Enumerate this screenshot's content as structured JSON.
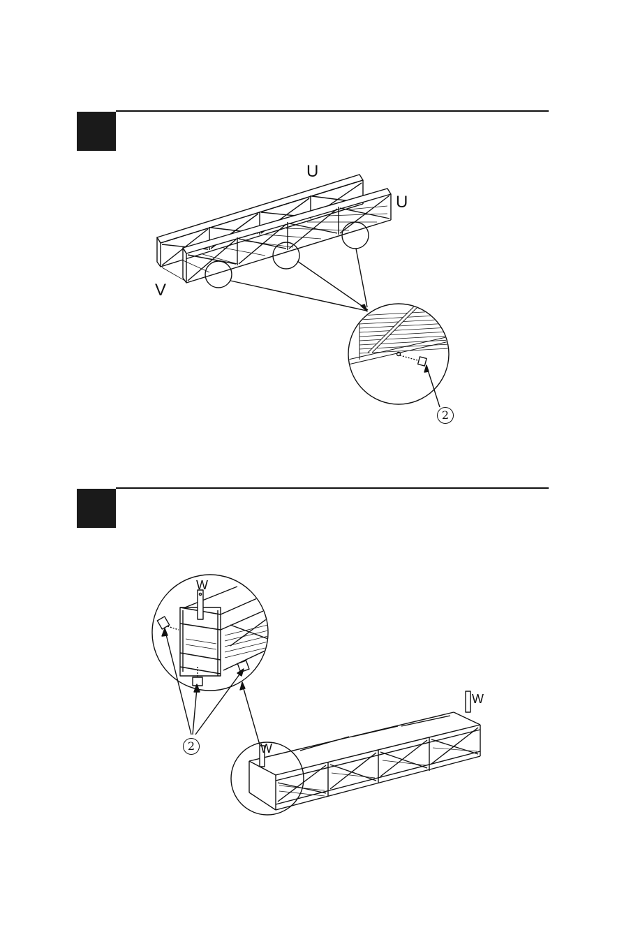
{
  "steps": [
    {
      "labels": {
        "beam_upper": "U",
        "beam_lower": "U",
        "base_panel": "V"
      },
      "callout": "2"
    },
    {
      "labels": {
        "post_detail": "W",
        "post_right": "W",
        "post_left": "W"
      },
      "callout": "2"
    }
  ],
  "colors": {
    "ink": "#111111",
    "step_block": "#1a1a1a",
    "background": "#ffffff"
  }
}
